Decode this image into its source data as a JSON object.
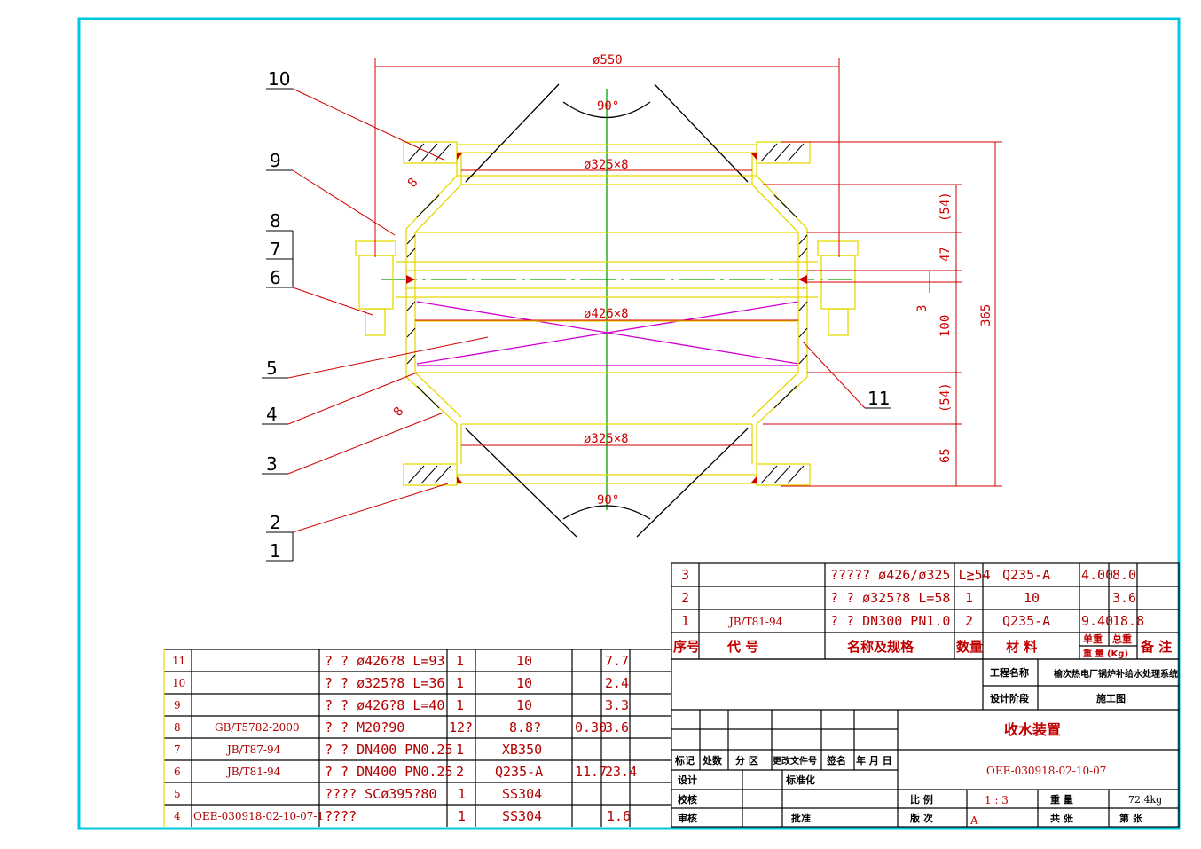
{
  "colors": {
    "frame": "#00c8e0",
    "outline": "#e6d800",
    "dimension": "#d00000",
    "centerline": "#00a000",
    "diagonal": "#d000d0",
    "table_text": "#b00000"
  },
  "drawing": {
    "dims": {
      "d550": "ø550",
      "d325_top": "ø325×8",
      "d426": "ø426×8",
      "d325_bot": "ø325×8",
      "ang_top": "90°",
      "ang_bot": "90°",
      "weld_top": "8",
      "weld_bot": "8",
      "h54_top": "(54)",
      "h47": "47",
      "h3": "3",
      "h100": "100",
      "h54_bot": "(54)",
      "h65": "65",
      "h365": "365"
    },
    "leaders": [
      "10",
      "9",
      "8",
      "7",
      "6",
      "5",
      "4",
      "3",
      "2",
      "1",
      "11"
    ]
  },
  "parts_right": {
    "rows": [
      {
        "no": "3",
        "code": "",
        "name": "????? ø426/ø325 L≧54",
        "qty": "",
        "material": "Q235-A",
        "unit_wt": "4.00",
        "total_wt": "8.0",
        "note": ""
      },
      {
        "no": "2",
        "code": "",
        "name": "? ? ø325?8 L=58",
        "qty": "1",
        "material": "10",
        "unit_wt": "",
        "total_wt": "3.6",
        "note": ""
      },
      {
        "no": "1",
        "code": "JB/T81-94",
        "name": "? ? DN300 PN1.0",
        "qty": "2",
        "material": "Q235-A",
        "unit_wt": "9.40",
        "total_wt": "18.8",
        "note": ""
      }
    ],
    "header": {
      "no": "序号",
      "code": "代 号",
      "name": "名称及规格",
      "qty": "数量",
      "material": "材 料",
      "unit_wt": "单重",
      "total_wt": "总重",
      "weight": "重 量 (Kg)",
      "note": "备 注"
    }
  },
  "parts_left": {
    "rows": [
      {
        "no": "11",
        "code": "",
        "name": "? ? ø426?8 L=93",
        "qty": "1",
        "material": "10",
        "unit_wt": "",
        "total_wt": "7.7"
      },
      {
        "no": "10",
        "code": "",
        "name": "? ? ø325?8 L=36",
        "qty": "1",
        "material": "10",
        "unit_wt": "",
        "total_wt": "2.4"
      },
      {
        "no": "9",
        "code": "",
        "name": "? ? ø426?8 L=40",
        "qty": "1",
        "material": "10",
        "unit_wt": "",
        "total_wt": "3.3"
      },
      {
        "no": "8",
        "code": "GB/T5782-2000",
        "name": "? ? M20?90",
        "qty": "12?",
        "material": "8.8?",
        "unit_wt": "0.30",
        "total_wt": "3.6"
      },
      {
        "no": "7",
        "code": "JB/T87-94",
        "name": "? ? DN400 PN0.25",
        "qty": "1",
        "material": "XB350",
        "unit_wt": "",
        "total_wt": ""
      },
      {
        "no": "6",
        "code": "JB/T81-94",
        "name": "? ? DN400 PN0.25",
        "qty": "2",
        "material": "Q235-A",
        "unit_wt": "11.7",
        "total_wt": "23.4"
      },
      {
        "no": "5",
        "code": "",
        "name": "???? SCø395?80",
        "qty": "1",
        "material": "SS304",
        "unit_wt": "",
        "total_wt": ""
      },
      {
        "no": "4",
        "code": "OEE-030918-02-10-07-1",
        "name": "????",
        "qty": "1",
        "material": "SS304",
        "unit_wt": "",
        "total_wt": "1.6"
      }
    ]
  },
  "title_block": {
    "project_label": "工程名称",
    "project_value": "榆次热电厂锅炉补给水处理系统",
    "stage_label": "设计阶段",
    "stage_value": "施工图",
    "drawing_title": "收水装置",
    "drawing_no": "OEE-030918-02-10-07",
    "rev_headers": [
      "标记",
      "处数",
      "分 区",
      "更改文件号",
      "签名",
      "年 月 日"
    ],
    "design": "设计",
    "standard": "标准化",
    "check": "校核",
    "review": "审核",
    "approve": "批准",
    "scale_label": "比 例",
    "scale_value": "1 : 3",
    "weight_label": "重 量",
    "weight_value": "72.4kg",
    "edition_label": "版 次",
    "edition_value": "A",
    "total_sheets": "共 张",
    "sheet_no": "第 张"
  }
}
